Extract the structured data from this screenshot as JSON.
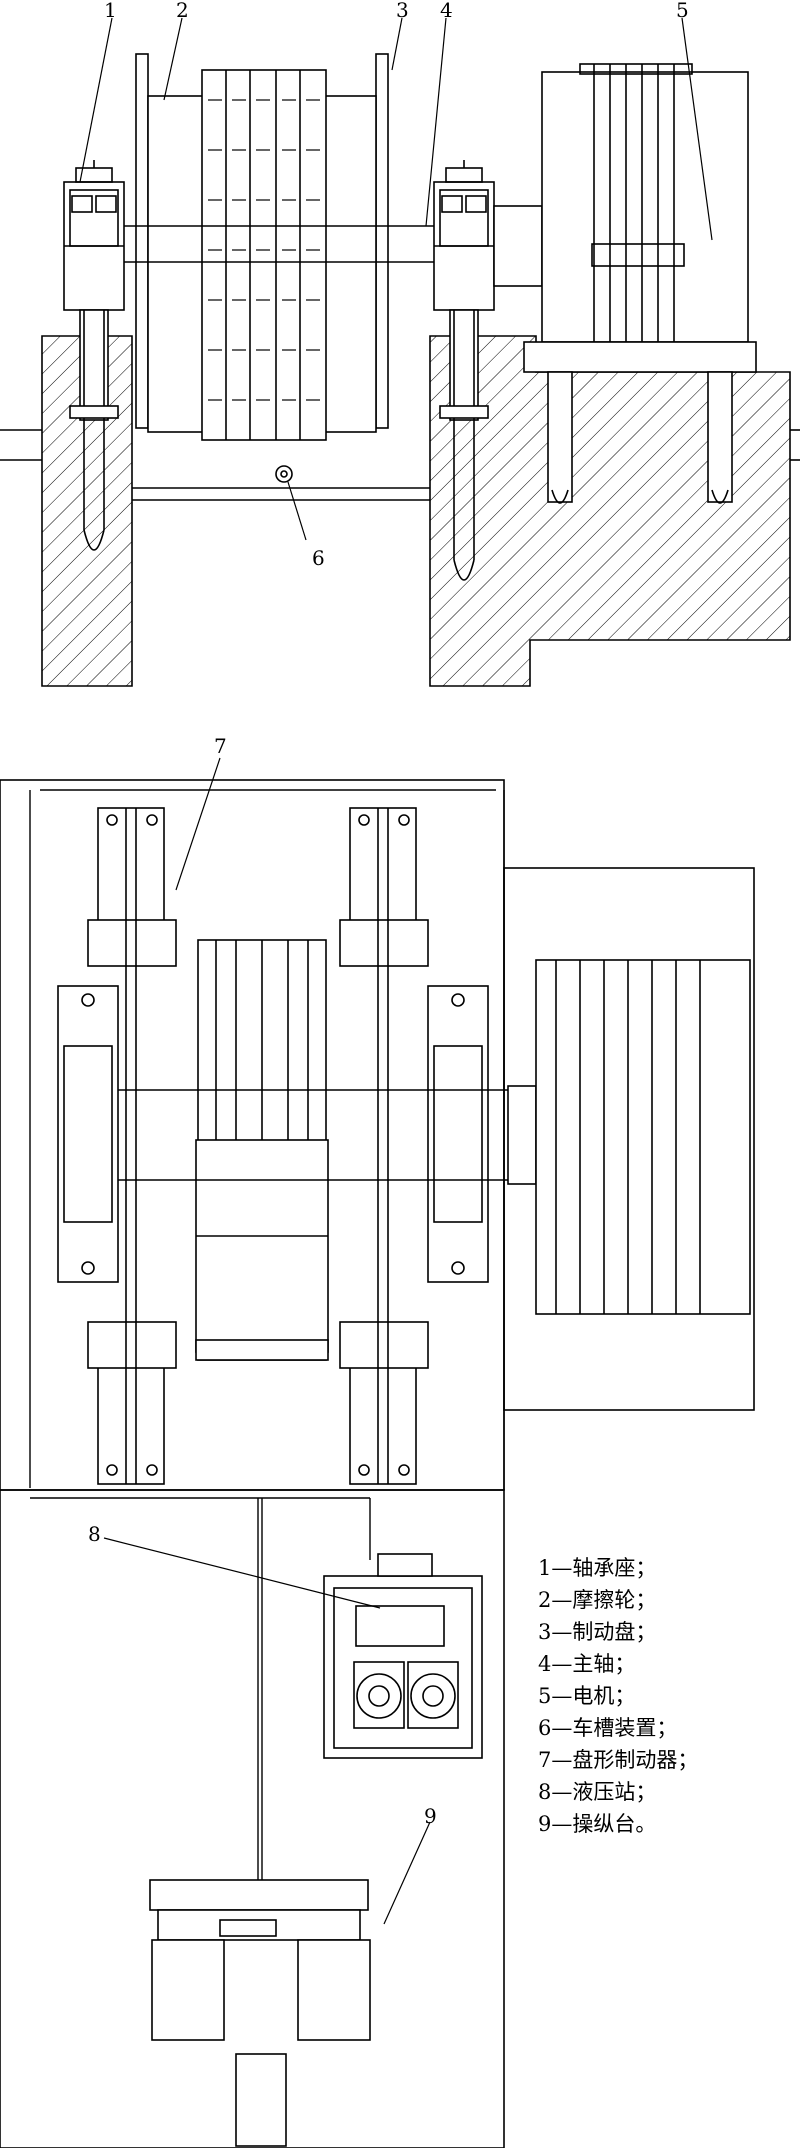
{
  "callouts": [
    "1",
    "2",
    "3",
    "4",
    "5",
    "6",
    "7",
    "8",
    "9"
  ],
  "legend": [
    "1—轴承座；",
    "2—摩擦轮；",
    "3—制动盘；",
    "4—主轴；",
    "5—电机；",
    "6—车槽装置；",
    "7—盘形制动器；",
    "8—液压站；",
    "9—操纵台。"
  ]
}
